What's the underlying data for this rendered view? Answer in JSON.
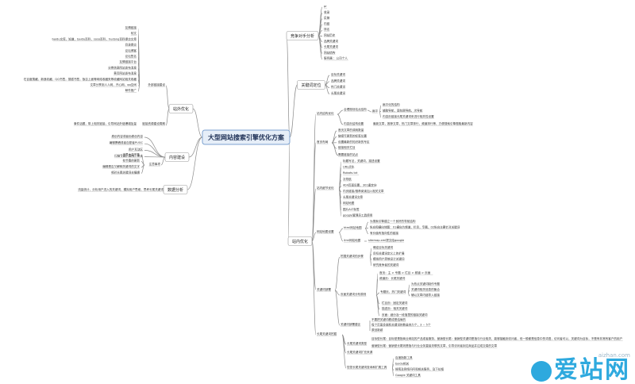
{
  "mindmap": {
    "title": "大型网站搜索引擎优化方案",
    "branches": {
      "competitor": {
        "label": "竞争对手分析",
        "leaves": [
          "pr",
          "收录",
          "反链",
          "内链",
          "排名",
          "网站历史",
          "品牌关键词",
          "长尾关键词",
          "网站结构",
          "服务器 ：公司个人"
        ]
      },
      "keyword": {
        "label": "关键词定位",
        "leaves": [
          "目标关键词",
          "品牌关键词",
          "热门关键词",
          "长尾关键词"
        ]
      },
      "outside": {
        "label": "站外优化",
        "sub": "外部链接建设",
        "leaves": [
          "友情链接",
          "软文",
          "baidu文库，知道，baidu百科，soso百科，hudong百科提交文章",
          "目录提交",
          "论坛博客",
          "论坛签名",
          "友情链接平台",
          "分类信息网站发布消息",
          "黄页网站发布消息",
          "在百度搜藏，新浪收藏，QQ书签，搜狐书签，饭否上面等网络收藏夹等收藏网站相关收藏",
          "文章分享到人人网，开心网，qq空间",
          "邮件推广"
        ],
        "extra": "事件话题，带上相关链接，引导网站外链爆增加量",
        "extra2": "链接资源建设周期"
      },
      "content": {
        "label": "内容建设",
        "leaves": [
          "原创内容或者伪原创内容",
          "编辑撰稿或者自愿者PUGC",
          "用户互动区",
          "扫描专题，图书，杂志"
        ],
        "sub": "注意事项",
        "subleaves": [
          "不要大量采集",
          "有节奏的更新",
          "编辑是否又解释关键词的文字",
          "相对长尾关键词去编辑"
        ]
      },
      "analytics": {
        "label": "数据分析",
        "text": "流量统计，分析用户进入的关键词，模拟用户思维，思考长尾关键词"
      },
      "inside": {
        "label": "站内优化",
        "structure": {
          "label": "站内结构优化",
          "tidy": "合理规划站点结构",
          "flat": "扁平",
          "flat_leaves": [
            "扁平化的结构",
            "辅助导航，面包屑导航，次导航",
            "内容页链接长尾关键词来进行相关性设置"
          ],
          "content_links": "内容页结构设置",
          "content_links_text": "最新文章，推荐文章，热门文章排行，频道排行等，方便搜索引擎爬取最新内容"
        },
        "home": {
          "label": "首页布局",
          "leaves": [
            "首页文章的调用数量",
            "链接可更新的标签位置",
            "设置最新的知识新的专区",
            "链接相关栏目"
          ],
          "extra": "需要链接的站点"
        },
        "detail": {
          "label": "站内细节优化",
          "leaves": [
            "标题写法，关键词，描述设置",
            "URL优化",
            "Robots.txt",
            "次导航",
            "404页面设置，301重定向",
            "内页链接/推荐阅读加入相关文章",
            "长尾关键词文章",
            "网站地图",
            "图片ALT标签",
            "google管理员工具使用"
          ]
        },
        "map": {
          "label": "网站地图设置",
          "html": "html网站地图",
          "html_leaves": [
            "为搜索引擎建立一个良好的导航结构",
            "纵向和横向地图：01横向为频道，栏目，专题，02纵向主要针对关键词",
            "有价值有指向性的链接"
          ],
          "xml": "Xml网站地图",
          "xml_leaves": [
            "sitemap.xml提交给google"
          ]
        },
        "kw": {
          "label": "关键词部署",
          "steps": "挖掘关键词的步骤",
          "steps_leaves": [
            "确定目标关键词",
            "目标关键词定义上的扩展",
            "模拟用户思维设计关键词",
            "研究竞争者的关键词"
          ],
          "dist": "页面关键词分布原则",
          "dist_leaves": [
            "首页：主 > 专题 > 栏目 > 频道 > 页面",
            "频道页：长尾关键词"
          ],
          "topic": "专题页，热门关键词",
          "topic_leaves": [
            "为热点关键词制作专题",
            "关键词相关信息的聚合",
            "辅以文章内链导入链接"
          ],
          "col": "栏目页：固定关键词",
          "desc": "描述页：相关关键词",
          "page": "页面：细分及一段落里的链接关键词",
          "watch": "关键词部署建议",
          "watch_leaves": [
            "不要把关键词看成是结局的",
            "每个页面多能和关键词的数量自力个，3 ~ 5个",
            "原创新颖"
          ]
        },
        "longtail": {
          "label": "长尾关键词挖掘",
          "a": "长尾关键词类型",
          "a_text": "目标型长尾：目标型是指商业网站的产品或者服务，营销型长尾：营销型关键词是指与行业相关，能够接触到访问者，但一般都是信息中的词语，访问者可以，关键词为目标，不是有非常有客户的用户",
          "b": "营销型长尾：营销型长尾则是指与行业业务直接关联的文章，引导访问者到达商品并达成交易的文章",
          "c": "长尾关键词扩充来源",
          "d": "您您长尾关键词查询和扩展工具",
          "d_leaves": [
            "百度指数工具",
            "baidu相关",
            "搜索及网络问问和相关服务，及下拉框",
            "Google 关键词工具"
          ]
        }
      }
    }
  },
  "logo": {
    "domain": "aizhan.com",
    "text": "爱站网"
  },
  "colors": {
    "accent": "#2ea9de",
    "root_fill": "#e6eef8",
    "root_stroke": "#7da2d0",
    "line": "#8a8a8a"
  }
}
